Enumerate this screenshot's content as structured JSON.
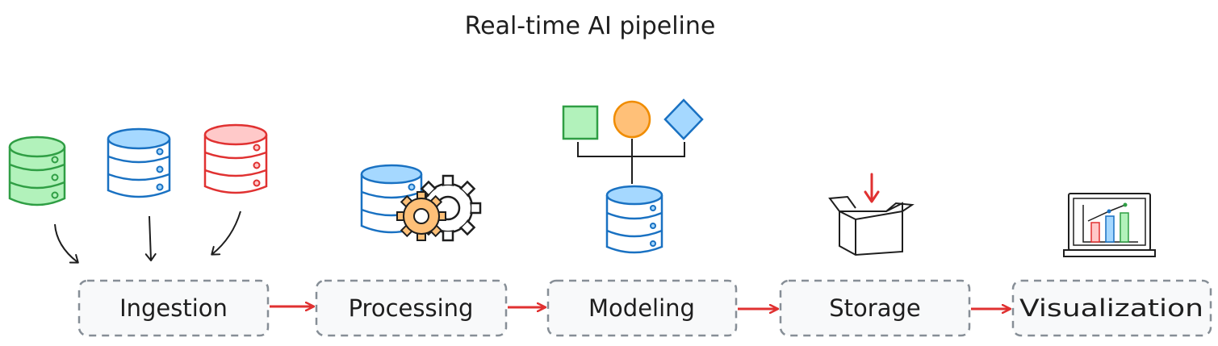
{
  "title": "Real-time AI pipeline",
  "stages": [
    {
      "label": "Ingestion",
      "icon": "database-stack-icons"
    },
    {
      "label": "Processing",
      "icon": "database-gear-icon"
    },
    {
      "label": "Modeling",
      "icon": "database-shapes-tree-icon"
    },
    {
      "label": "Storage",
      "icon": "box-icon"
    },
    {
      "label": "Visualization",
      "icon": "monitor-bar-chart-icon"
    }
  ],
  "colors": {
    "stroke": "#1e1e1e",
    "arrow": "#e03131",
    "box_border": "#868e96",
    "box_fill": "#f8f9fa",
    "green_stroke": "#2f9e44",
    "green_fill": "#b2f2bb",
    "blue_stroke": "#1971c2",
    "blue_fill": "#a5d8ff",
    "red_stroke": "#e03131",
    "red_fill": "#ffc9c9",
    "orange_stroke": "#f08c00",
    "orange_fill": "#ffc078"
  }
}
